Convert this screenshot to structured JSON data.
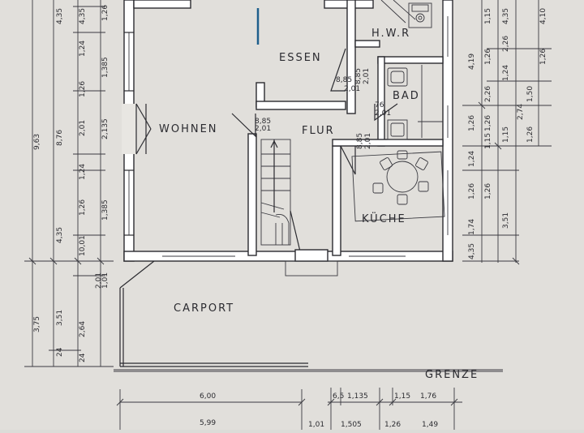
{
  "rooms": {
    "essen": "ESSEN",
    "hwr": "H.W.R",
    "bad": "BAD",
    "wohnen": "WOHNEN",
    "flur": "FLUR",
    "kueche": "KÜCHE",
    "carport": "CARPORT",
    "grenze": "GRENZE"
  },
  "doors": {
    "essen_a": "8,85",
    "essen_b": "2,01",
    "wohnen_a": "8,85",
    "wohnen_b": "2,01",
    "hwr_a": "8,85",
    "hwr_b": "2,01",
    "bad_a": "76",
    "bad_b": "2,01",
    "kueche_a": "8,85",
    "kueche_b": "2,01"
  },
  "left_dims": {
    "c1": {
      "main": "9,63",
      "sub": "3,75"
    },
    "c2": {
      "main": "8,76",
      "sub": "3,51",
      "top": "4,35",
      "top2": "4,35",
      "bot": "24"
    },
    "c3": {
      "top": "4,35",
      "a": "1,24",
      "b": "2,01",
      "c": "1,24",
      "d": "1,26",
      "e": "10,01",
      "f": "2,64",
      "g": "1,26",
      "bot": "24"
    },
    "c4": {
      "top": "1,26",
      "a": "1,385",
      "b": "2,135",
      "c": "1,385",
      "d": "1,01",
      "e": "2,01"
    }
  },
  "right_dims": {
    "r1": {
      "top": "4,19",
      "a": "1,26",
      "b": "1,24",
      "c": "1,26",
      "d": "1,74",
      "e": "4,35"
    },
    "r2": {
      "a": "1,26",
      "b": "1,26",
      "c": "3,51"
    },
    "r3": {
      "a": "1,15",
      "b": "1,26",
      "c": "2,26",
      "d": "1,15"
    },
    "r4": {
      "a": "4,35",
      "b": "2,26",
      "c": "1,24",
      "d": "1,50",
      "e": "1,26",
      "f": "1,15"
    },
    "r5": {
      "top": "4,10",
      "a": "2,74",
      "b": "1,26"
    }
  },
  "bottom_dims": {
    "total_a": "6,00",
    "total_b": "5,99",
    "seg1": "6,5",
    "seg2": "1,135",
    "seg3": "1,15",
    "seg4": "1,76",
    "seg5": "1,01",
    "seg6": "1,505",
    "seg7": "1,26",
    "seg8": "1,49"
  }
}
